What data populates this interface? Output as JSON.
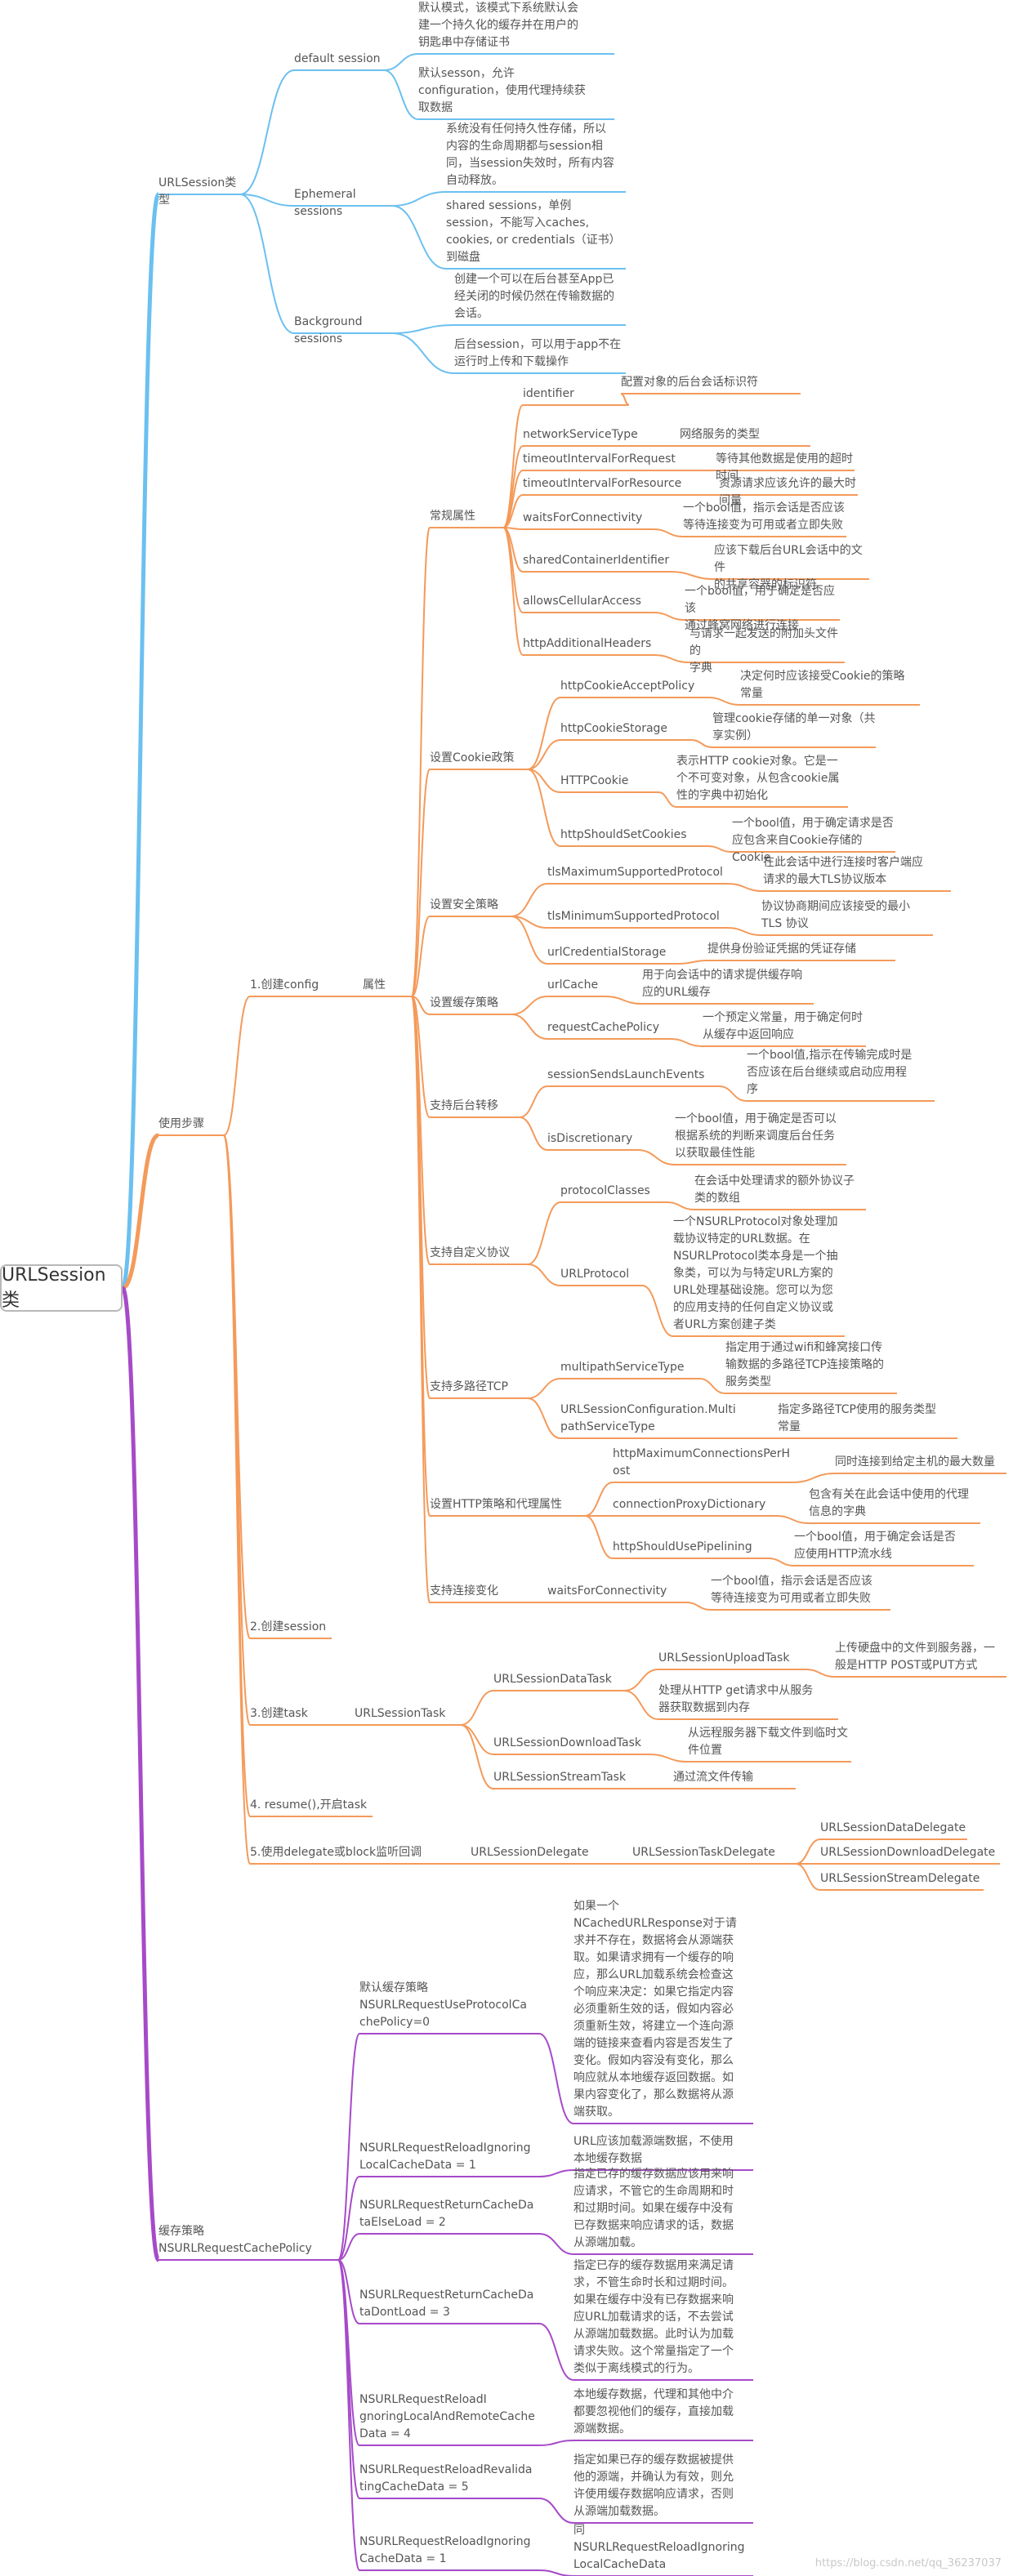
{
  "root": "URLSession类",
  "branches": [
    {
      "id": "b1",
      "label": "URLSession类型",
      "color": "#6bc0f0",
      "children": [
        {
          "id": "b1a",
          "label": "default session",
          "children": [
            {
              "id": "b1a1",
              "label": "默认模式，该模式下系统默认会\n建一个持久化的缓存并在用户的\n钥匙串中存储证书"
            },
            {
              "id": "b1a2",
              "label": "默认sesson，允许\nconfiguration，使用代理持续获\n取数据"
            }
          ]
        },
        {
          "id": "b1b",
          "label": "Ephemeral sessions",
          "children": [
            {
              "id": "b1b1",
              "label": "系统没有任何持久性存储，所以\n内容的生命周期都与session相\n同，当session失效时，所有内容\n自动释放。"
            },
            {
              "id": "b1b2",
              "label": "shared sessions，单例\nsession，不能写入caches,\ncookies, or credentials（证书）\n到磁盘"
            }
          ]
        },
        {
          "id": "b1c",
          "label": "Background sessions",
          "children": [
            {
              "id": "b1c1",
              "label": "创建一个可以在后台甚至App已\n经关闭的时候仍然在传输数据的\n会话。"
            },
            {
              "id": "b1c2",
              "label": "后台session，可以用于app不在\n运行时上传和下载操作"
            }
          ]
        }
      ]
    },
    {
      "id": "b2",
      "label": "使用步骤",
      "color": "#f49a5a",
      "children": [
        {
          "id": "s1",
          "label": "1.创建config",
          "children": [
            {
              "id": "attr",
              "label": "属性",
              "children": [
                {
                  "id": "g1",
                  "label": "常规属性",
                  "children": [
                    {
                      "id": "g1a",
                      "label": "identifier",
                      "children": [
                        {
                          "id": "g1a1",
                          "label": "配置对象的后台会话标识符"
                        }
                      ]
                    },
                    {
                      "id": "g1b",
                      "label": "networkServiceType",
                      "children": [
                        {
                          "id": "g1b1",
                          "label": "网络服务的类型"
                        }
                      ]
                    },
                    {
                      "id": "g1c",
                      "label": "timeoutIntervalForRequest",
                      "children": [
                        {
                          "id": "g1c1",
                          "label": "等待其他数据是使用的超时时间"
                        }
                      ]
                    },
                    {
                      "id": "g1d",
                      "label": "timeoutIntervalForResource",
                      "children": [
                        {
                          "id": "g1d1",
                          "label": "资源请求应该允许的最大时间量"
                        }
                      ]
                    },
                    {
                      "id": "g1e",
                      "label": "waitsForConnectivity",
                      "children": [
                        {
                          "id": "g1e1",
                          "label": "一个bool值，指示会话是否应该\n等待连接变为可用或者立即失败"
                        }
                      ]
                    },
                    {
                      "id": "g1f",
                      "label": "sharedContainerIdentifier",
                      "children": [
                        {
                          "id": "g1f1",
                          "label": "应该下载后台URL会话中的文件\n的共享容器的标识符"
                        }
                      ]
                    },
                    {
                      "id": "g1g",
                      "label": "allowsCellularAccess",
                      "children": [
                        {
                          "id": "g1g1",
                          "label": "一个bool值，用于确定是否应该\n通过蜂窝网络进行连接"
                        }
                      ]
                    },
                    {
                      "id": "g1h",
                      "label": "httpAdditionalHeaders",
                      "children": [
                        {
                          "id": "g1h1",
                          "label": "与请求一起发送的附加头文件的\n字典"
                        }
                      ]
                    }
                  ]
                },
                {
                  "id": "g2",
                  "label": "设置Cookie政策",
                  "children": [
                    {
                      "id": "g2a",
                      "label": "httpCookieAcceptPolicy",
                      "children": [
                        {
                          "id": "g2a1",
                          "label": "决定何时应该接受Cookie的策略\n常量"
                        }
                      ]
                    },
                    {
                      "id": "g2b",
                      "label": "httpCookieStorage",
                      "children": [
                        {
                          "id": "g2b1",
                          "label": "管理cookie存储的单一对象（共\n享实例）"
                        }
                      ]
                    },
                    {
                      "id": "g2c",
                      "label": "HTTPCookie",
                      "children": [
                        {
                          "id": "g2c1",
                          "label": "表示HTTP cookie对象。它是一\n个不可变对象，从包含cookie属\n性的字典中初始化"
                        }
                      ]
                    },
                    {
                      "id": "g2d",
                      "label": "httpShouldSetCookies",
                      "children": [
                        {
                          "id": "g2d1",
                          "label": "一个bool值，用于确定请求是否\n应包含来自Cookie存储的Cookie"
                        }
                      ]
                    }
                  ]
                },
                {
                  "id": "g3",
                  "label": "设置安全策略",
                  "children": [
                    {
                      "id": "g3a",
                      "label": "tlsMaximumSupportedProtocol",
                      "children": [
                        {
                          "id": "g3a1",
                          "label": "在此会话中进行连接时客户端应\n请求的最大TLS协议版本"
                        }
                      ]
                    },
                    {
                      "id": "g3b",
                      "label": "tlsMinimumSupportedProtocol",
                      "children": [
                        {
                          "id": "g3b1",
                          "label": "协议协商期间应该接受的最小\nTLS 协议"
                        }
                      ]
                    },
                    {
                      "id": "g3c",
                      "label": "urlCredentialStorage",
                      "children": [
                        {
                          "id": "g3c1",
                          "label": "提供身份验证凭据的凭证存储"
                        }
                      ]
                    }
                  ]
                },
                {
                  "id": "g4",
                  "label": "设置缓存策略",
                  "children": [
                    {
                      "id": "g4a",
                      "label": "urlCache",
                      "children": [
                        {
                          "id": "g4a1",
                          "label": "用于向会话中的请求提供缓存响\n应的URL缓存"
                        }
                      ]
                    },
                    {
                      "id": "g4b",
                      "label": "requestCachePolicy",
                      "children": [
                        {
                          "id": "g4b1",
                          "label": "一个预定义常量，用于确定何时\n从缓存中返回响应"
                        }
                      ]
                    }
                  ]
                },
                {
                  "id": "g5",
                  "label": "支持后台转移",
                  "children": [
                    {
                      "id": "g5a",
                      "label": "sessionSendsLaunchEvents",
                      "children": [
                        {
                          "id": "g5a1",
                          "label": "一个bool值,指示在传输完成时是\n否应该在后台继续或启动应用程\n序"
                        }
                      ]
                    },
                    {
                      "id": "g5b",
                      "label": "isDiscretionary",
                      "children": [
                        {
                          "id": "g5b1",
                          "label": "一个bool值，用于确定是否可以\n根据系统的判断来调度后台任务\n以获取最佳性能"
                        }
                      ]
                    }
                  ]
                },
                {
                  "id": "g6",
                  "label": "支持自定义协议",
                  "children": [
                    {
                      "id": "g6a",
                      "label": "protocolClasses",
                      "children": [
                        {
                          "id": "g6a1",
                          "label": "在会话中处理请求的额外协议子\n类的数组"
                        }
                      ]
                    },
                    {
                      "id": "g6b",
                      "label": "URLProtocol",
                      "children": [
                        {
                          "id": "g6b1",
                          "label": "一个NSURLProtocol对象处理加\n载协议特定的URL数据。在\nNSURLProtocol类本身是一个抽\n象类，可以为与特定URL方案的\nURL处理基础设施。您可以为您\n的应用支持的任何自定义协议或\n者URL方案创建子类"
                        }
                      ]
                    }
                  ]
                },
                {
                  "id": "g7",
                  "label": "支持多路径TCP",
                  "children": [
                    {
                      "id": "g7a",
                      "label": "multipathServiceType",
                      "children": [
                        {
                          "id": "g7a1",
                          "label": "指定用于通过wifi和蜂窝接口传\n输数据的多路径TCP连接策略的\n服务类型"
                        }
                      ]
                    },
                    {
                      "id": "g7b",
                      "label": "URLSessionConfiguration.Multi\npathServiceType",
                      "children": [
                        {
                          "id": "g7b1",
                          "label": "指定多路径TCP使用的服务类型\n常量"
                        }
                      ]
                    }
                  ]
                },
                {
                  "id": "g8",
                  "label": "设置HTTP策略和代理属性",
                  "children": [
                    {
                      "id": "g8a",
                      "label": "httpMaximumConnectionsPerH\nost",
                      "children": [
                        {
                          "id": "g8a1",
                          "label": "同时连接到给定主机的最大数量"
                        }
                      ]
                    },
                    {
                      "id": "g8b",
                      "label": "connectionProxyDictionary",
                      "children": [
                        {
                          "id": "g8b1",
                          "label": "包含有关在此会话中使用的代理\n信息的字典"
                        }
                      ]
                    },
                    {
                      "id": "g8c",
                      "label": "httpShouldUsePipelining",
                      "children": [
                        {
                          "id": "g8c1",
                          "label": "一个bool值，用于确定会话是否\n应使用HTTP流水线"
                        }
                      ]
                    }
                  ]
                },
                {
                  "id": "g9",
                  "label": "支持连接变化",
                  "children": [
                    {
                      "id": "g9a",
                      "label": "waitsForConnectivity",
                      "children": [
                        {
                          "id": "g9a1",
                          "label": "一个bool值，指示会话是否应该\n等待连接变为可用或者立即失败"
                        }
                      ]
                    }
                  ]
                }
              ]
            }
          ]
        },
        {
          "id": "s2",
          "label": "2.创建session",
          "children": []
        },
        {
          "id": "s3",
          "label": "3.创建task",
          "children": [
            {
              "id": "t1",
              "label": "URLSessionTask",
              "children": [
                {
                  "id": "t1a",
                  "label": "URLSessionDataTask",
                  "children": [
                    {
                      "id": "t1a1",
                      "label": "URLSessionUploadTask",
                      "children": [
                        {
                          "id": "t1a1a",
                          "label": "上传硬盘中的文件到服务器，一\n般是HTTP POST或PUT方式"
                        }
                      ]
                    },
                    {
                      "id": "t1a2",
                      "label": "处理从HTTP   get请求中从服务\n器获取数据到内存"
                    }
                  ]
                },
                {
                  "id": "t1b",
                  "label": "URLSessionDownloadTask",
                  "children": [
                    {
                      "id": "t1b1",
                      "label": "从远程服务器下载文件到临时文\n件位置"
                    }
                  ]
                },
                {
                  "id": "t1c",
                  "label": "URLSessionStreamTask",
                  "children": [
                    {
                      "id": "t1c1",
                      "label": "通过流文件传输"
                    }
                  ]
                }
              ]
            }
          ]
        },
        {
          "id": "s4",
          "label": "4. resume(),开启task",
          "children": []
        },
        {
          "id": "s5",
          "label": "5.使用delegate或block监听回调",
          "children": [
            {
              "id": "d1",
              "label": "URLSessionDelegate",
              "children": [
                {
                  "id": "d1a",
                  "label": "URLSessionTaskDelegate",
                  "children": [
                    {
                      "id": "d1a1",
                      "label": "URLSessionDataDelegate"
                    },
                    {
                      "id": "d1a2",
                      "label": "URLSessionDownloadDelegate"
                    },
                    {
                      "id": "d1a3",
                      "label": "URLSessionStreamDelegate"
                    }
                  ]
                }
              ]
            }
          ]
        }
      ]
    },
    {
      "id": "b3",
      "label": "缓存策略\nNSURLRequestCachePolicy",
      "color": "#a64ac9",
      "children": [
        {
          "id": "c1",
          "label": "默认缓存策略\nNSURLRequestUseProtocolCa\nchePolicy=0",
          "children": [
            {
              "id": "c1a",
              "label": "如果一个\nNCachedURLResponse对于请\n求并不存在，数据将会从源端获\n取。如果请求拥有一个缓存的响\n应，那么URL加载系统会检查这\n个响应来决定：如果它指定内容\n必须重新生效的话，假如内容必\n须重新生效，将建立一个连向源\n端的链接来查看内容是否发生了\n变化。假如内容没有变化，那么\n响应就从本地缓存返回数据。如\n果内容变化了，那么数据将从源\n端获取。"
            }
          ]
        },
        {
          "id": "c2",
          "label": "NSURLRequestReloadIgnoring\nLocalCacheData = 1",
          "children": [
            {
              "id": "c2a",
              "label": "URL应该加载源端数据，不使用\n本地缓存数据"
            }
          ]
        },
        {
          "id": "c3",
          "label": "NSURLRequestReturnCacheDa\ntaElseLoad = 2",
          "children": [
            {
              "id": "c3a",
              "label": "指定已存的缓存数据应该用来响\n应请求，不管它的生命周期和时\n和过期时间。如果在缓存中没有\n已存数据来响应请求的话，数据\n从源端加载。"
            }
          ]
        },
        {
          "id": "c4",
          "label": "NSURLRequestReturnCacheDa\ntaDontLoad = 3",
          "children": [
            {
              "id": "c4a",
              "label": "指定已存的缓存数据用来满足请\n求，不管生命时长和过期时间。\n如果在缓存中没有已存数据来响\n应URL加载请求的话，不去尝试\n从源端加载数据。此时认为加载\n请求失败。这个常量指定了一个\n类似于离线模式的行为。"
            }
          ]
        },
        {
          "id": "c5",
          "label": "NSURLRequestReloadI\ngnoringLocalAndRemoteCache\nData = 4",
          "children": [
            {
              "id": "c5a",
              "label": "本地缓存数据，代理和其他中介\n都要忽视他们的缓存，直接加载\n源端数据。"
            }
          ]
        },
        {
          "id": "c6",
          "label": "NSURLRequestReloadRevalida\ntingCacheData = 5",
          "children": [
            {
              "id": "c6a",
              "label": "指定如果已存的缓存数据被提供\n他的源端，并确认为有效，则允\n许使用缓存数据响应请求，否则\n从源端加载数据。"
            }
          ]
        },
        {
          "id": "c7",
          "label": "NSURLRequestReloadIgnoring\nCacheData = 1",
          "children": [
            {
              "id": "c7a",
              "label": "同\nNSURLRequestReloadIgnoring\nLocalCacheData"
            }
          ]
        }
      ]
    }
  ],
  "watermark": "https://blog.csdn.net/qq_36237037"
}
